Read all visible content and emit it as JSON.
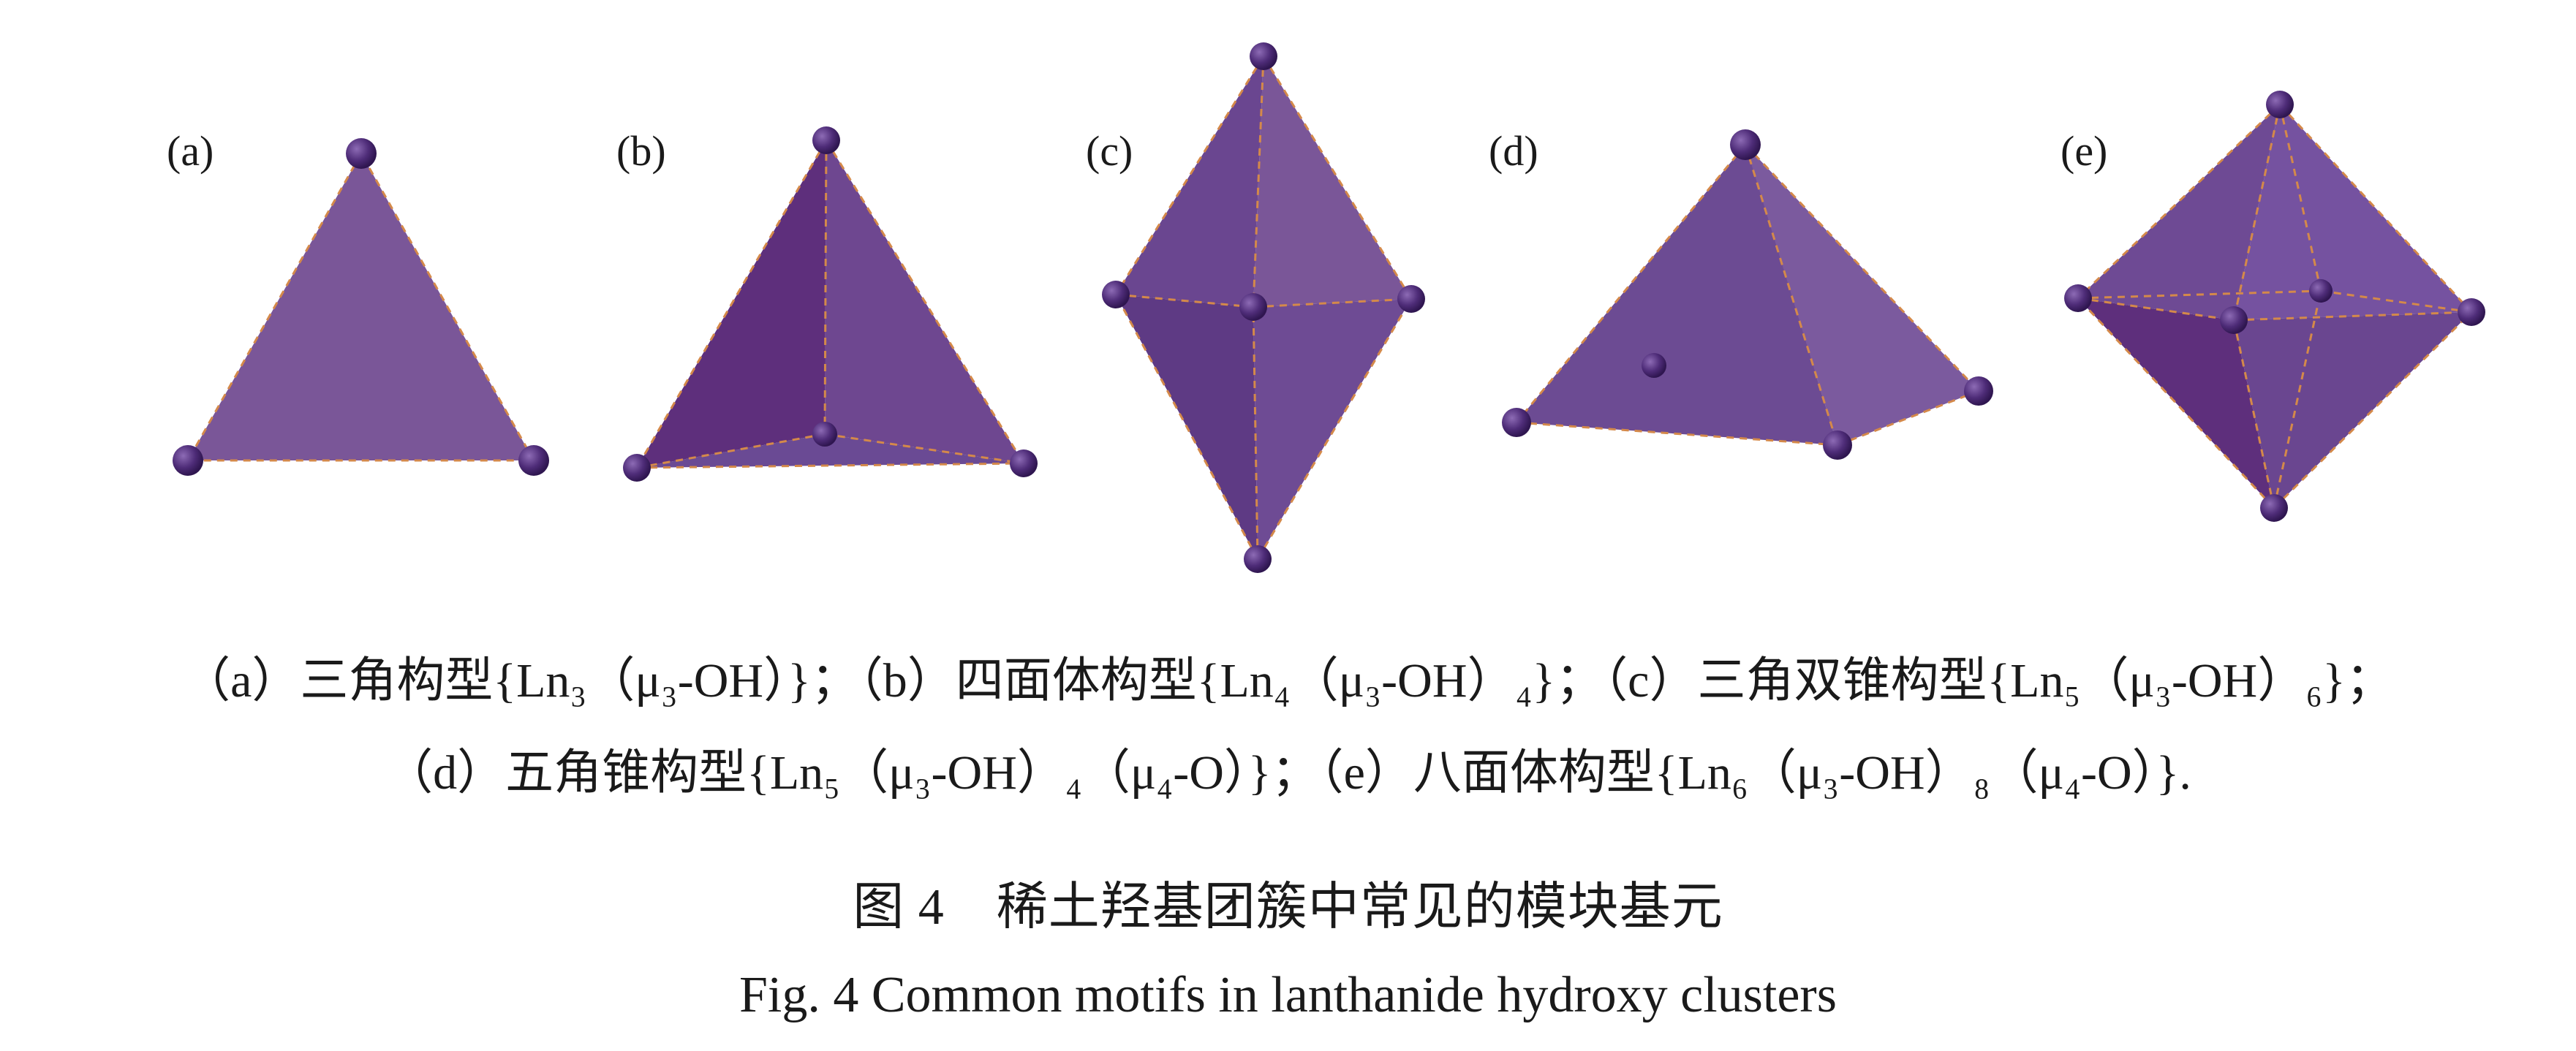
{
  "panels": [
    {
      "label": "(a)"
    },
    {
      "label": "(b)"
    },
    {
      "label": "(c)"
    },
    {
      "label": "(d)"
    },
    {
      "label": "(e)"
    }
  ],
  "colors": {
    "face": "#7a5698",
    "face_dark": "#5e2f7c",
    "face_mid": "#6d478f",
    "atom": "#4e2c78",
    "edge_dash": "#d4894a"
  },
  "caption": {
    "line1": {
      "a_prefix": "（a）三角构型",
      "a_formula": "{Ln₃（μ₃-OH）}",
      "sep1": "；",
      "b_prefix": "（b）四面体构型",
      "b_formula": "{Ln₄（μ₃-OH）₄}",
      "sep2": "；",
      "c_prefix": "（c）三角双锥构型",
      "c_formula": "{Ln₅（μ₃-OH）₆}",
      "sep3": "；"
    },
    "line2": {
      "d_prefix": "（d）五角锥构型",
      "d_formula": "{Ln₅（μ₃-OH）₄（μ₄-O）}",
      "sep1": "；",
      "e_prefix": "（e）八面体构型",
      "e_formula": "{Ln₆（μ₃-OH）₈（μ₄-O）}",
      "end": "."
    }
  },
  "figure_title": {
    "cn": "图 4　稀土羟基团簇中常见的模块基元",
    "en": "Fig. 4  Common motifs in lanthanide hydroxy clusters"
  }
}
